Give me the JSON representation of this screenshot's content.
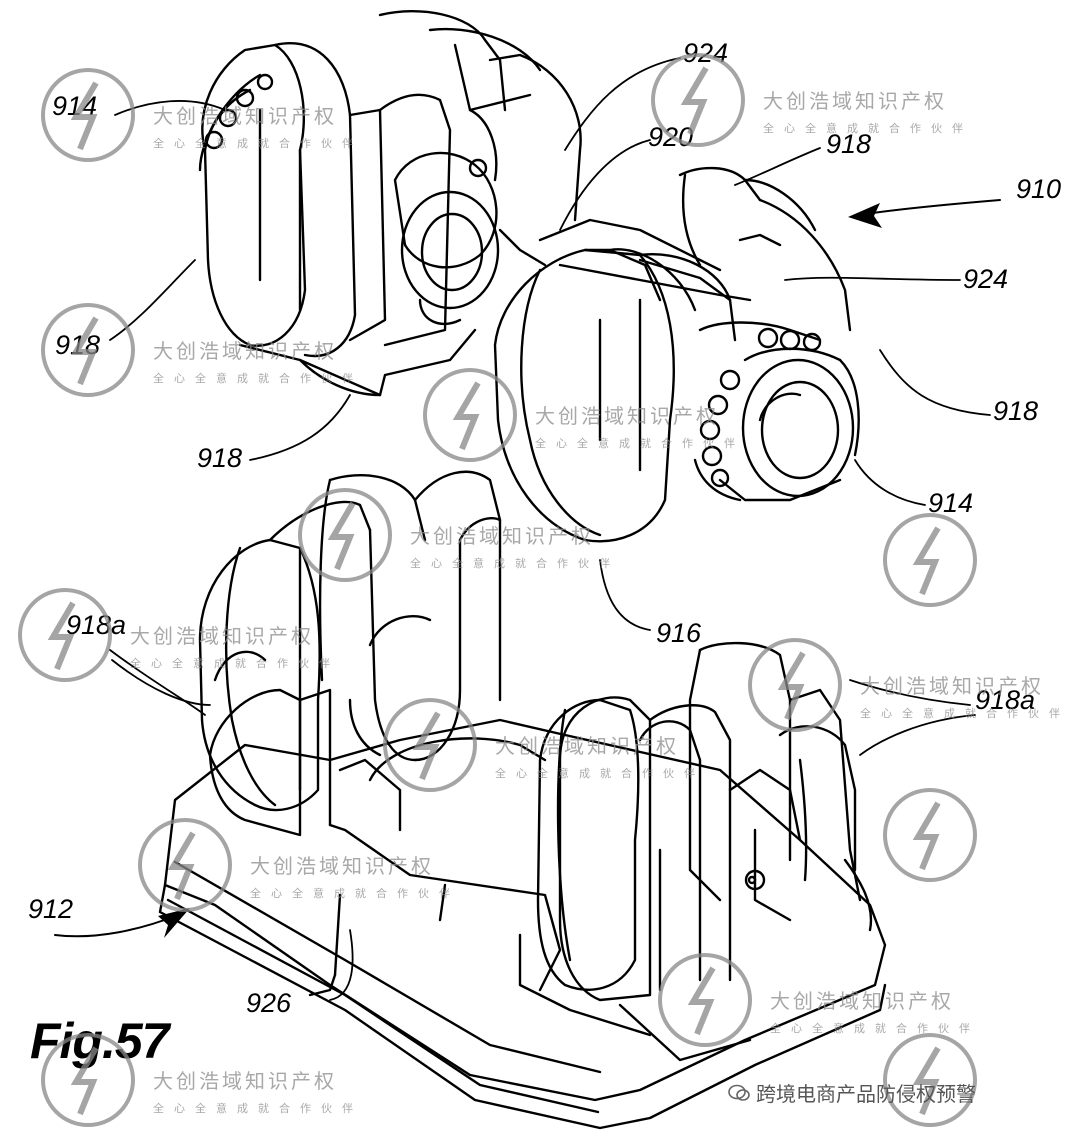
{
  "figure": {
    "label": "Fig.57",
    "reference_numerals": [
      "914",
      "924",
      "920",
      "918",
      "910",
      "924",
      "918",
      "918",
      "918",
      "914",
      "916",
      "918a",
      "918a",
      "912",
      "926"
    ]
  },
  "watermark": {
    "line1": "大创浩域知识产权",
    "line2": "全心全意成就合作伙伴",
    "seal_icon": "lightning-seal-icon"
  },
  "credit": {
    "text": "跨境电商产品防侵权预警",
    "icon": "wechat-bubble-icon"
  }
}
